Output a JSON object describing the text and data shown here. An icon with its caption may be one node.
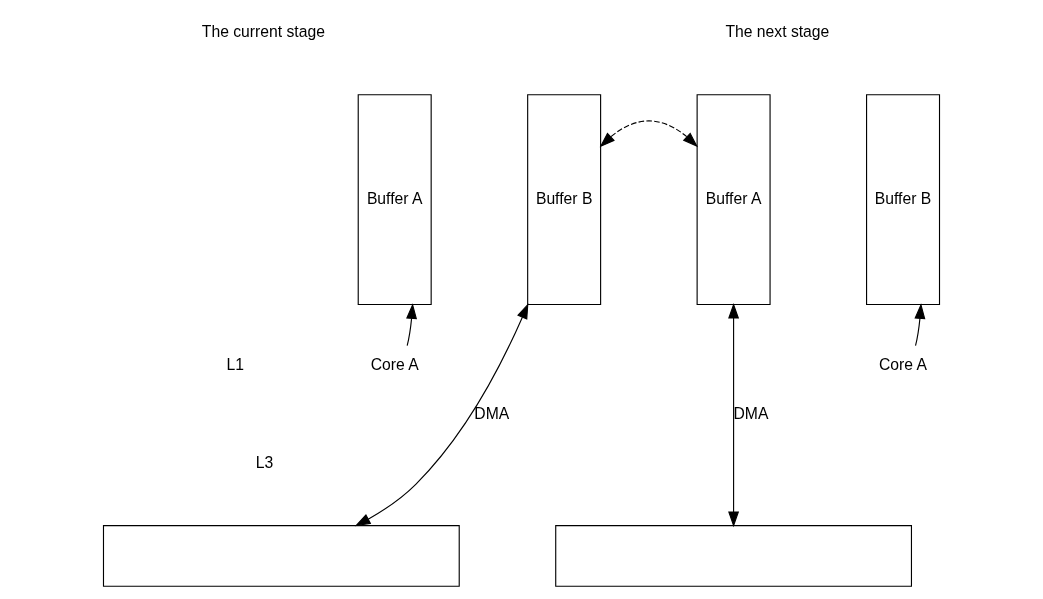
{
  "diagram": {
    "nodes": [
      {
        "text": [
          "Buffer A"
        ]
      },
      {
        "text": [
          "Buffer B"
        ]
      },
      {
        "text": [
          "Buffer A"
        ]
      },
      {
        "text": [
          "Buffer B"
        ]
      },
      {
        "text": [
          "Core A"
        ]
      },
      {
        "text": [
          "Core A"
        ]
      },
      {
        "text": [],
        "shape": "box"
      },
      {
        "text": [],
        "shape": "box"
      }
    ],
    "edges": [
      {
        "from": 4,
        "to": 0,
        "arrow": "to"
      },
      {
        "from": 1,
        "to": 2,
        "arrow": "both",
        "style": "dashed"
      },
      {
        "from": 1,
        "to": 6,
        "arrow": "both",
        "label": "DMA"
      },
      {
        "from": 2,
        "to": 7,
        "arrow": "both",
        "label": "DMA"
      },
      {
        "from": 5,
        "to": 3,
        "arrow": "to"
      }
    ],
    "labels": [
      "The current stage",
      "The next stage",
      "L1",
      "L3"
    ]
  }
}
